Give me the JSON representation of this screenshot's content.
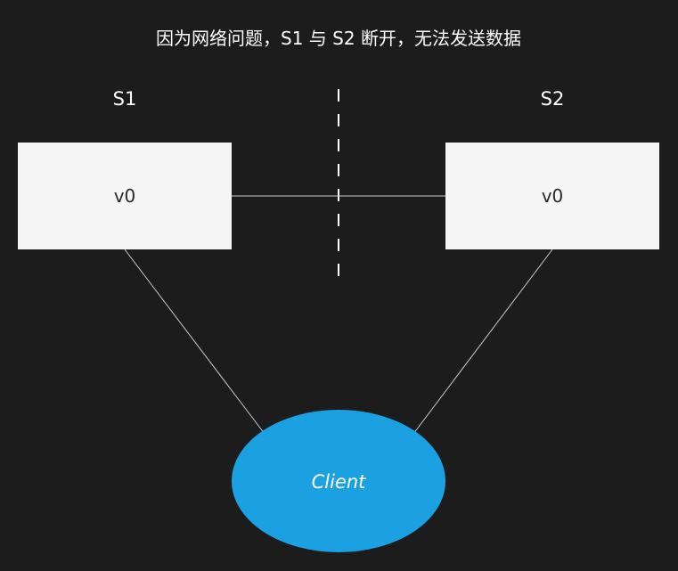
{
  "title": "因为网络问题，S1 与 S2 断开，无法发送数据",
  "servers": [
    {
      "label": "S1",
      "value": "v0"
    },
    {
      "label": "S2",
      "value": "v0"
    }
  ],
  "client": {
    "label": "Client"
  },
  "colors": {
    "background": "#1c1c1c",
    "box_fill": "#f5f5f5",
    "client_fill": "#1ba1e2",
    "line": "#cccccc",
    "text_light": "#ffffff",
    "text_dark": "#2a2a2a"
  }
}
